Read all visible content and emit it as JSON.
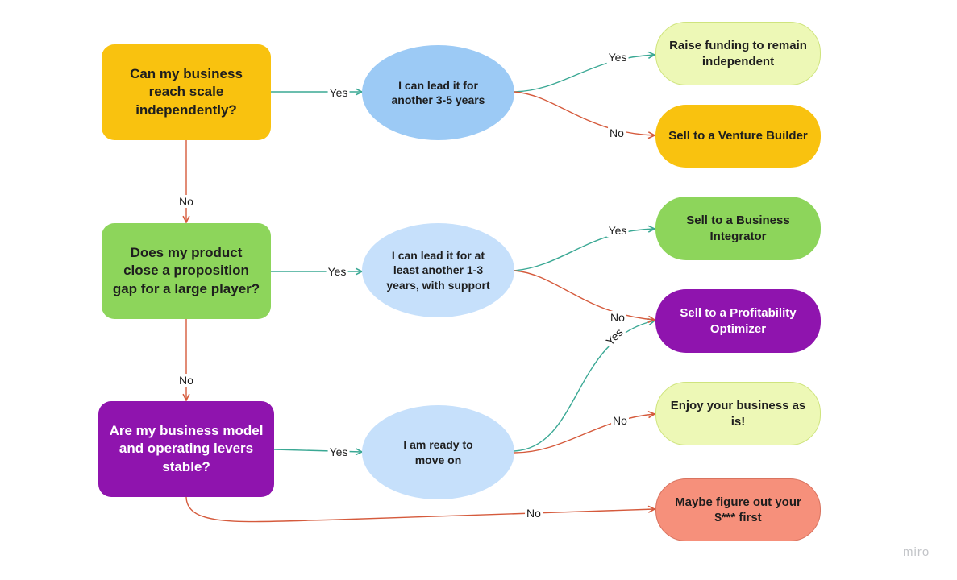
{
  "colors": {
    "yes_line": "#3aa894",
    "no_line": "#d55a3c",
    "orange": "#f9c20f",
    "green": "#8dd55b",
    "purple": "#8f14ae",
    "light_blue": "#9ccaf5",
    "pale_blue": "#c6e0fb",
    "pale_yellow": "#edf8b6",
    "salmon": "#f6907b"
  },
  "questions": {
    "q1": "Can my business reach scale independently?",
    "q2": "Does my product close a proposition gap for a large player?",
    "q3": "Are my business model and operating levers stable?"
  },
  "conditions": {
    "c1": "I can lead it for another 3-5 years",
    "c2": "I can lead it for at least another 1-3 years, with support",
    "c3": "I am ready to move on"
  },
  "outcomes": {
    "o1": "Raise funding to remain independent",
    "o2": "Sell to a Venture Builder",
    "o3": "Sell to a Business Integrator",
    "o4": "Sell to a Profitability Optimizer",
    "o5": "Enjoy your business as is!",
    "o6": "Maybe figure out your $*** first"
  },
  "labels": {
    "yes": "Yes",
    "no": "No"
  },
  "watermark": "miro"
}
